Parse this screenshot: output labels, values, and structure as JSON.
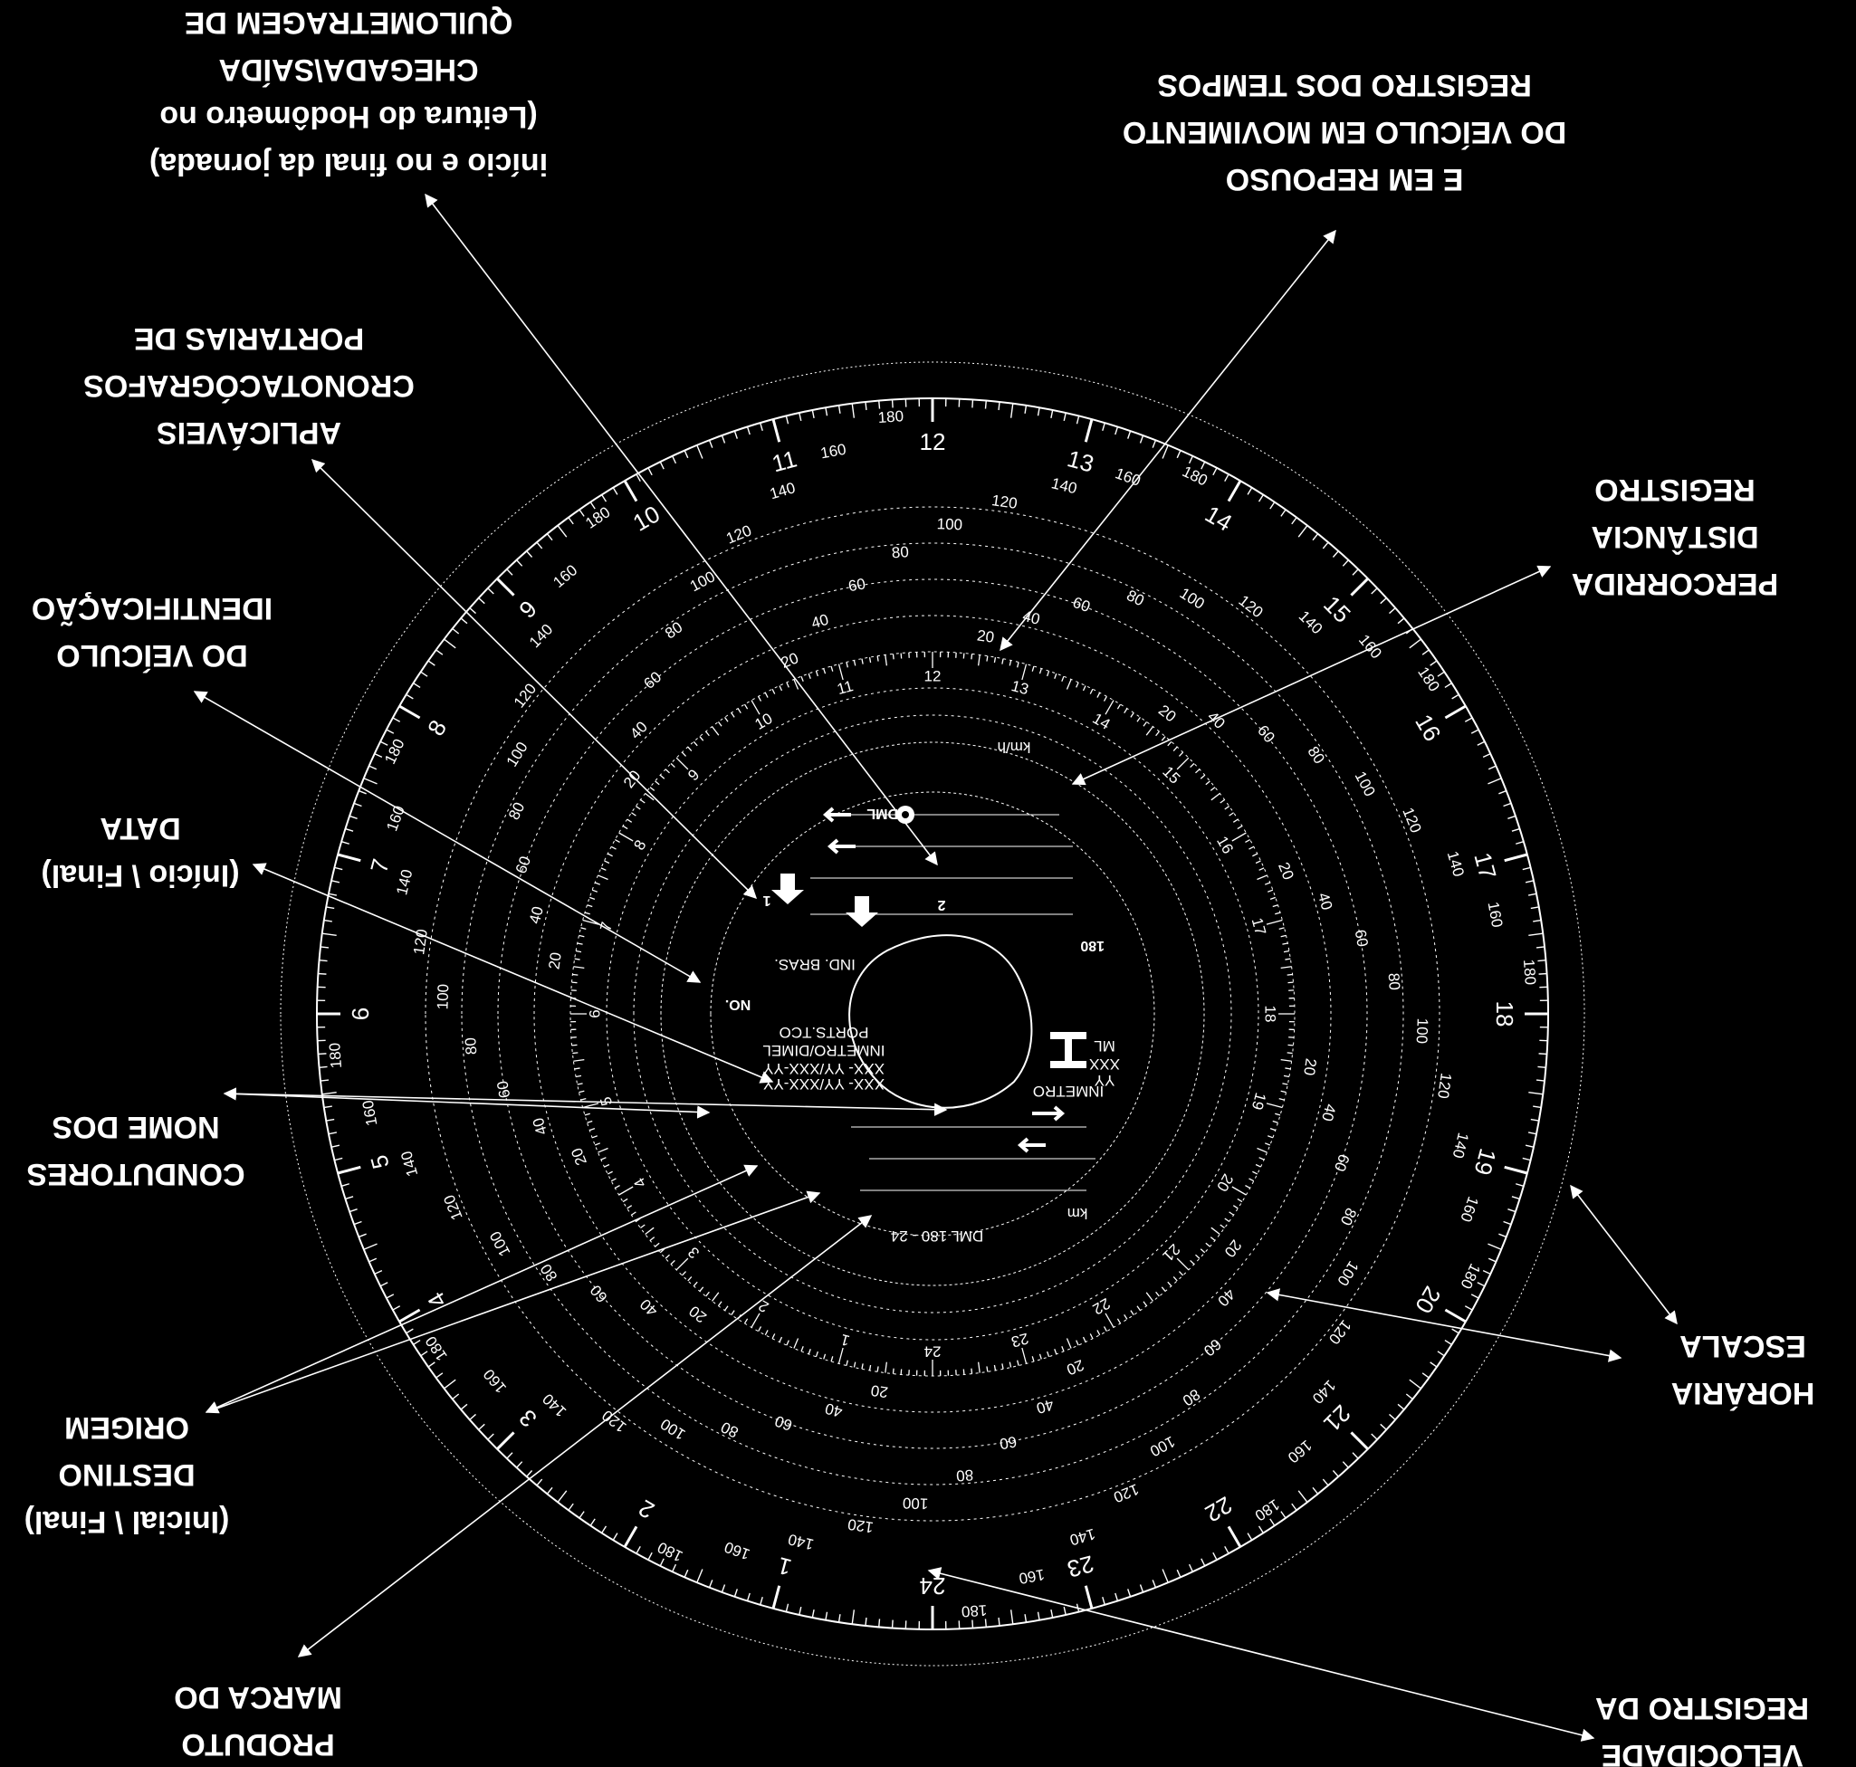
{
  "callouts": [
    {
      "id": "quilometragem",
      "lines": [
        "início e no final da jornada)",
        "(Leitura do Hodômetro no",
        "CHEGADA\\SAÍDA",
        "QUILOMETRAGEM DE"
      ]
    },
    {
      "id": "tempos",
      "lines": [
        "E EM REPOUSO",
        "DO VEÍCULO EM MOVIMENTO",
        "REGISTRO DOS TEMPOS"
      ]
    },
    {
      "id": "portarias",
      "lines": [
        "APLICÁVEIS",
        "CRONOTACÓGRAFOS",
        "PORTARIAS DE"
      ]
    },
    {
      "id": "distancia",
      "lines": [
        "PERCORRIDA",
        "DISTÂNCIA",
        "REGISTRO"
      ]
    },
    {
      "id": "identificacao",
      "lines": [
        "DO VEÍCULO",
        "IDENTIFICAÇÃO"
      ]
    },
    {
      "id": "data",
      "lines": [
        "(Início \\ Final)",
        "DATA"
      ]
    },
    {
      "id": "condutores",
      "lines": [
        "CONDUTORES",
        "NOME DOS"
      ]
    },
    {
      "id": "origem",
      "lines": [
        "(Inicial \\ Final)",
        "DESTINO",
        "ORIGEM"
      ]
    },
    {
      "id": "escala",
      "lines": [
        "HORÁRIA",
        "ESCALA"
      ]
    },
    {
      "id": "marca",
      "lines": [
        "PRODUTO",
        "MARCA DO"
      ]
    },
    {
      "id": "velocidade",
      "lines": [
        "VELOCIDADE",
        "REGISTRO DA"
      ]
    }
  ],
  "disc": {
    "outer_hours": [
      "24",
      "1",
      "2",
      "3",
      "4",
      "5",
      "6",
      "7",
      "8",
      "9",
      "10",
      "11",
      "12",
      "13",
      "14",
      "15",
      "16",
      "17",
      "18",
      "19",
      "20",
      "21",
      "22",
      "23"
    ],
    "inner_hours": [
      "24",
      "1",
      "2",
      "3",
      "4",
      "5",
      "6",
      "7",
      "8",
      "9",
      "10",
      "11",
      "12",
      "13",
      "14",
      "15",
      "16",
      "17",
      "18",
      "19",
      "20",
      "21",
      "22",
      "23"
    ],
    "speed_labels": [
      "20",
      "40",
      "60",
      "80",
      "100",
      "120",
      "140",
      "160",
      "180"
    ],
    "brand": "DML",
    "model": "DML 180 - 24",
    "max_speed": "180",
    "unit": "km",
    "speed_unit": "km/h",
    "ind": "IND. BRAS.",
    "number_label": "NO.",
    "ports_title": "PORTS.TCO",
    "ports_line1": "INMETRO/DIMEL",
    "ports_line2": "XXX- YY/XXX-YY",
    "ports_line3": "XXX- YY/XXX-YY",
    "inmetro": "INMETRO",
    "ml": "ML",
    "xxx": "XXX",
    "yy": "YY",
    "driver_num": "2",
    "driver_num_1": "1"
  }
}
